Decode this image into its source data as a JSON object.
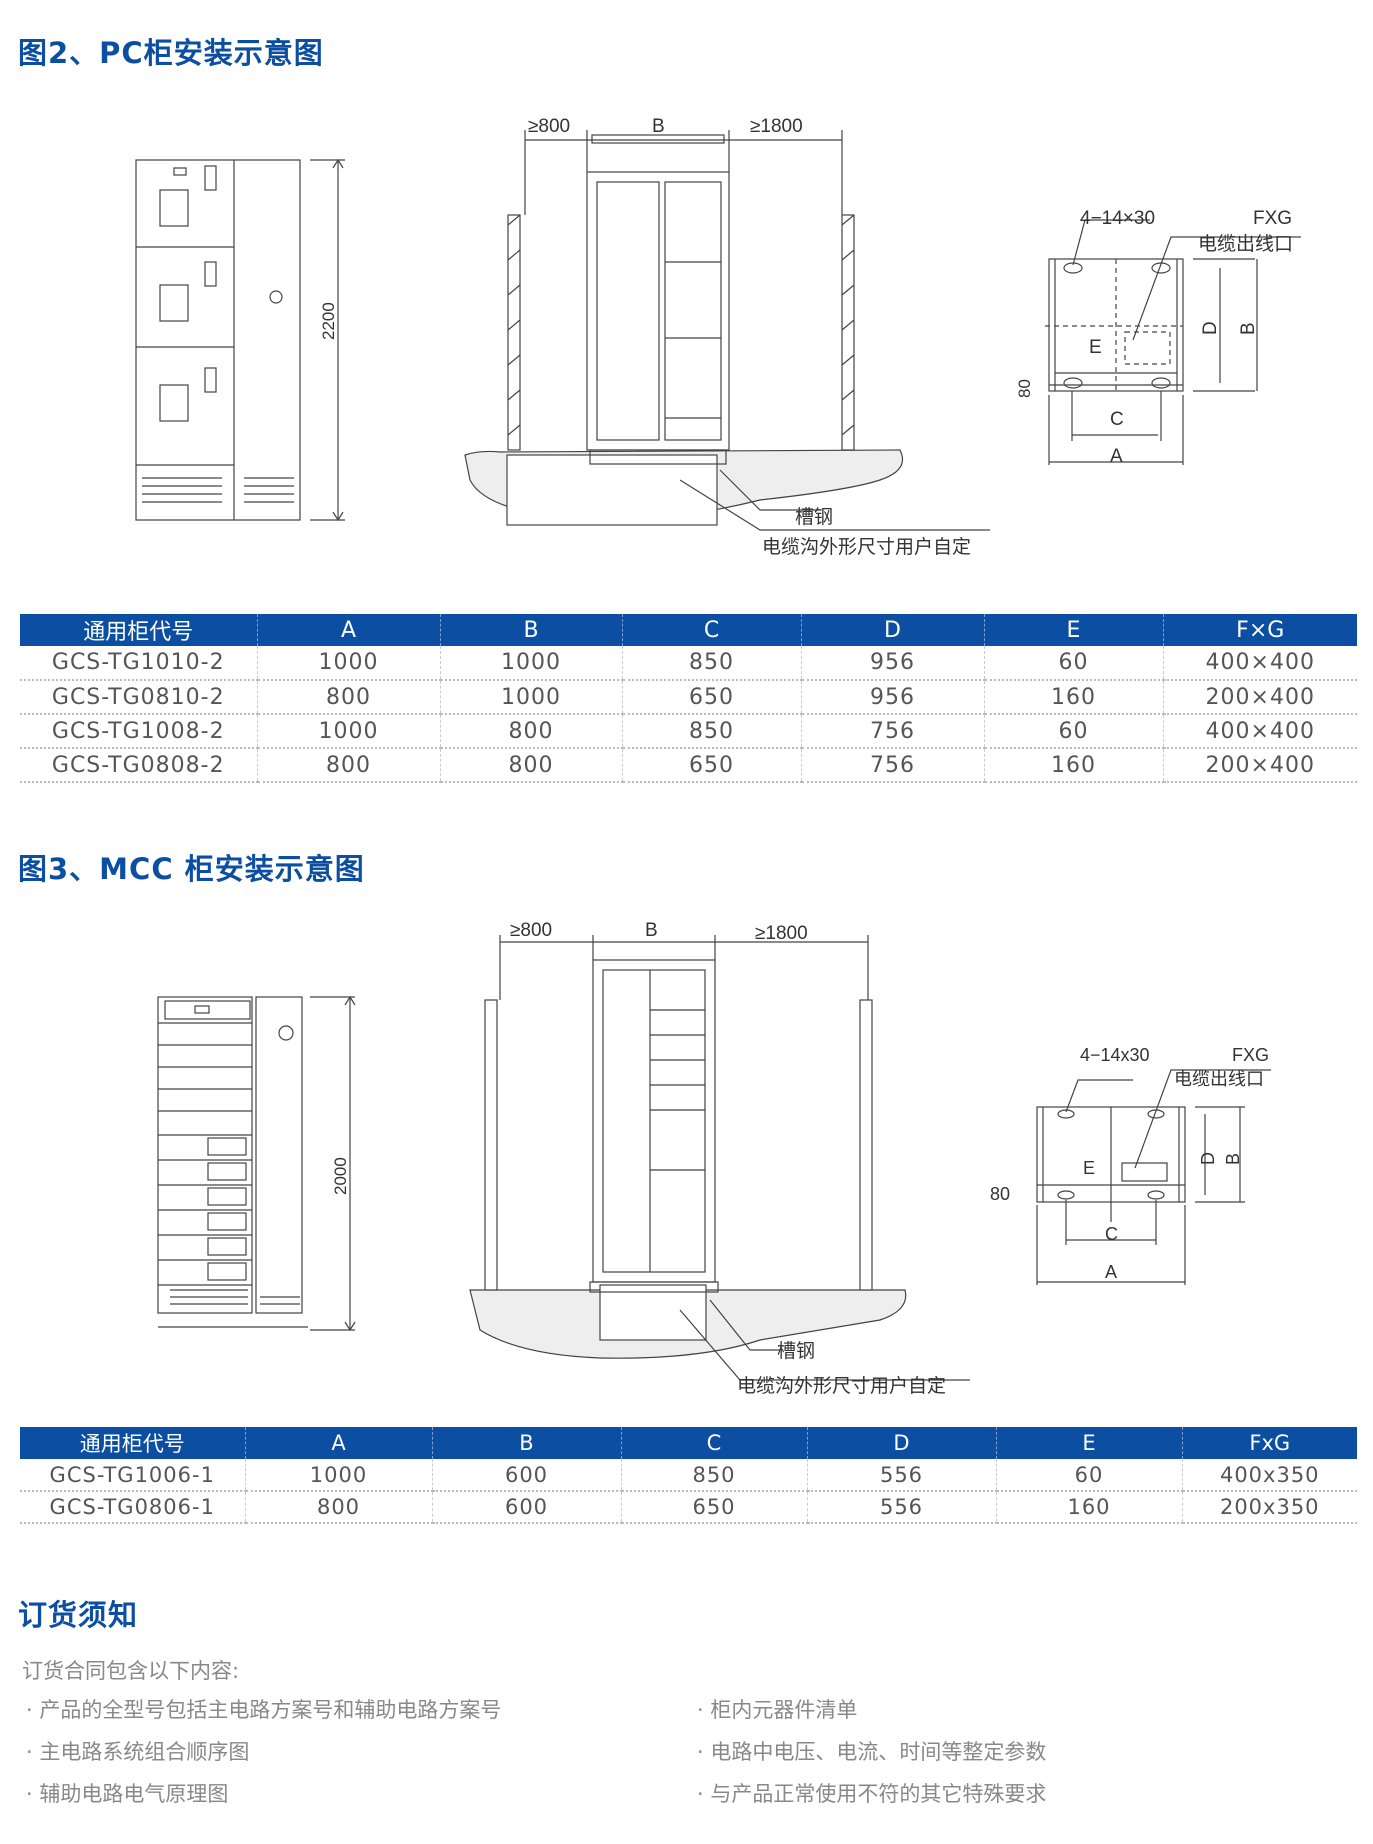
{
  "fig2": {
    "title": "图2、PC柜安装示意图",
    "height_dim": "2200",
    "left_clear": "≥800",
    "width_label": "B",
    "right_clear": "≥1800",
    "channel_steel": "槽钢",
    "trench_note": "电缆沟外形尺寸用户自定",
    "holes": "4−14×30",
    "fxg": "FXG",
    "cable_outlet": "电缆出线口",
    "dim_d": "D",
    "dim_b": "B",
    "dim_e": "E",
    "dim_80": "80",
    "dim_c": "C",
    "dim_a": "A"
  },
  "table1": {
    "headers": [
      "通用柜代号",
      "A",
      "B",
      "C",
      "D",
      "E",
      "F×G"
    ],
    "rows": [
      [
        "GCS-TG1010-2",
        "1000",
        "1000",
        "850",
        "956",
        "60",
        "400×400"
      ],
      [
        "GCS-TG0810-2",
        "800",
        "1000",
        "650",
        "956",
        "160",
        "200×400"
      ],
      [
        "GCS-TG1008-2",
        "1000",
        "800",
        "850",
        "756",
        "60",
        "400×400"
      ],
      [
        "GCS-TG0808-2",
        "800",
        "800",
        "650",
        "756",
        "160",
        "200×400"
      ]
    ]
  },
  "fig3": {
    "title": "图3、MCC 柜安装示意图",
    "height_dim": "2000",
    "left_clear": "≥800",
    "width_label": "B",
    "right_clear": "≥1800",
    "channel_steel": "槽钢",
    "trench_note": "电缆沟外形尺寸用户自定",
    "holes": "4−14x30",
    "fxg": "FXG",
    "cable_outlet": "电缆出线口",
    "dim_d": "D",
    "dim_b": "B",
    "dim_e": "E",
    "dim_80": "80",
    "dim_c": "C",
    "dim_a": "A"
  },
  "table2": {
    "headers": [
      "通用柜代号",
      "A",
      "B",
      "C",
      "D",
      "E",
      "FxG"
    ],
    "rows": [
      [
        "GCS-TG1006-1",
        "1000",
        "600",
        "850",
        "556",
        "60",
        "400x350"
      ],
      [
        "GCS-TG0806-1",
        "800",
        "600",
        "650",
        "556",
        "160",
        "200x350"
      ]
    ]
  },
  "ordering": {
    "title": "订货须知",
    "intro": "订货合同包含以下内容:",
    "left_items": [
      "· 产品的全型号包括主电路方案号和辅助电路方案号",
      "· 主电路系统组合顺序图",
      "· 辅助电路电气原理图"
    ],
    "right_items": [
      "· 柜内元器件清单",
      "· 电路中电压、电流、时间等整定参数",
      "· 与产品正常使用不符的其它特殊要求"
    ]
  }
}
